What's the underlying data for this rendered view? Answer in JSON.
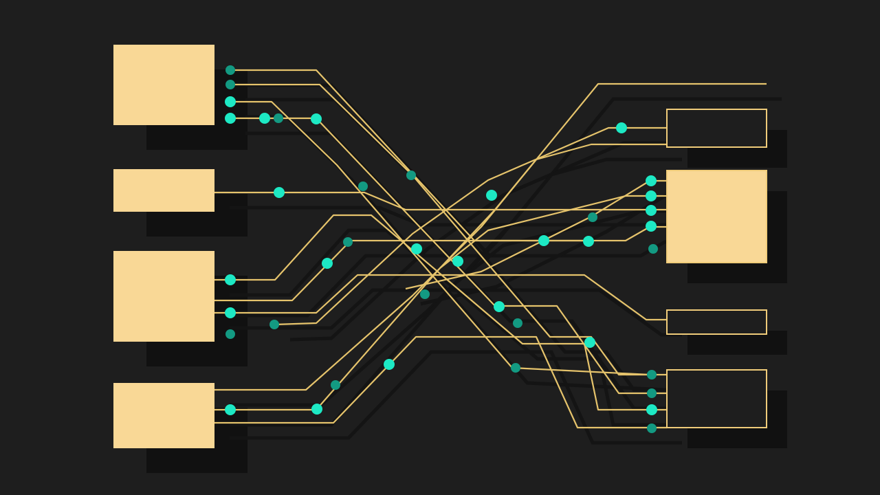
{
  "colors": {
    "background": "#1e1e1e",
    "block_fill": "#f9d896",
    "block_outline": "#f0cc7a",
    "wire": "#e6c46c",
    "node": "#1de9c4",
    "node_dim": "#139a82",
    "shadow": "#111111"
  },
  "diagram": {
    "left_blocks": 4,
    "right_blocks": 4,
    "right_block_styles": [
      "outline",
      "filled",
      "outline",
      "outline"
    ]
  }
}
